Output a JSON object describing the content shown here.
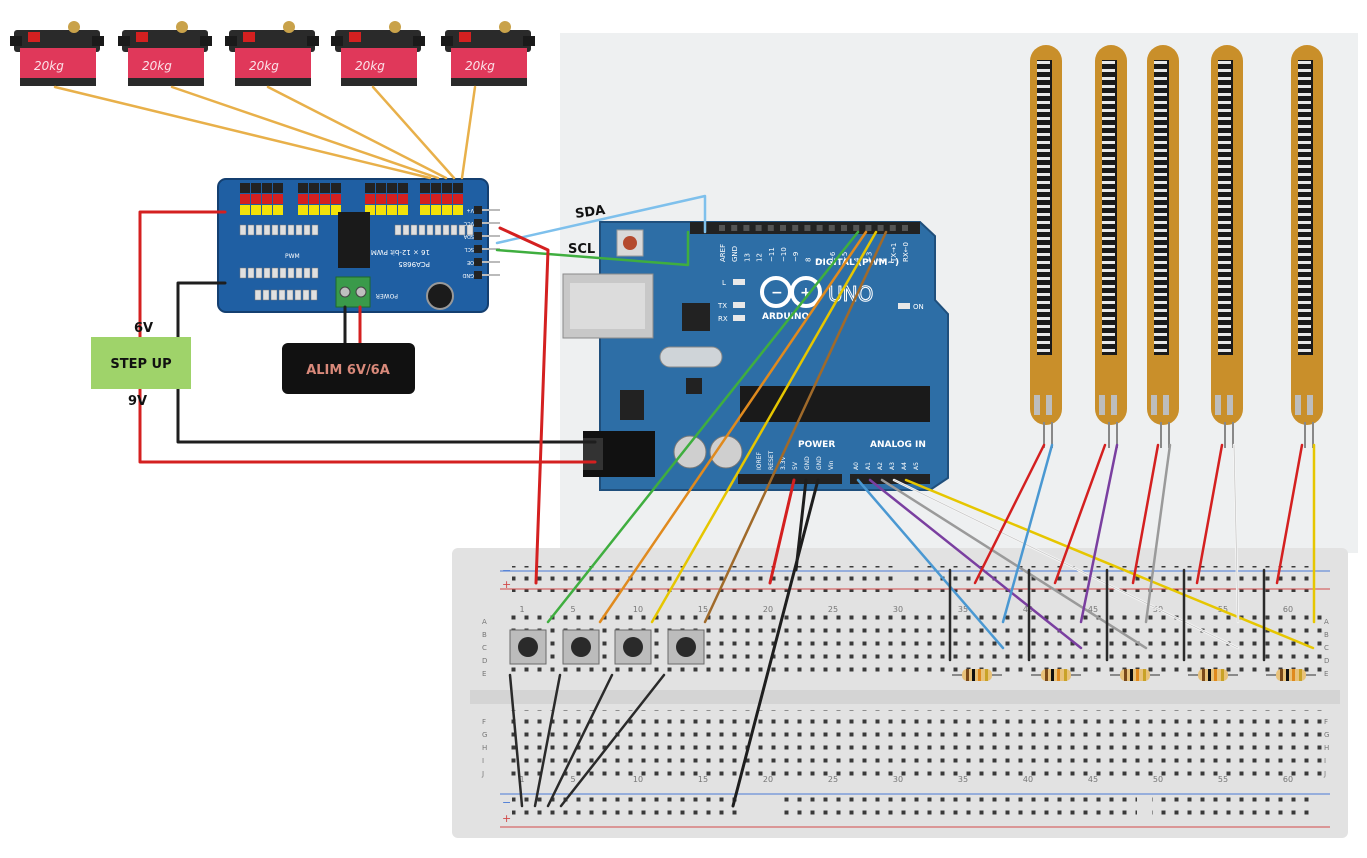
{
  "labels": {
    "sda": "SDA",
    "scl": "SCL",
    "v6": "6V",
    "v9": "9V",
    "step_up": "STEP UP",
    "alim": "ALIM 6V/6A"
  },
  "servo": {
    "brand": "20kg",
    "count": 5
  },
  "pca9685": {
    "name": "PCA9685",
    "subtitle": "16 × 12-bit PWM",
    "power": "POWER",
    "pins_right": [
      "GND",
      "OE",
      "SCL",
      "SDA",
      "VCC",
      "V+"
    ],
    "pwm_label": "PWM"
  },
  "arduino": {
    "brand": "ARDUINO",
    "model": "UNO",
    "digital": "DIGITAL (PWM~)",
    "power": "POWER",
    "analog": "ANALOG IN",
    "on": "ON",
    "led_l": "L",
    "led_tx": "TX",
    "led_rx": "RX",
    "digital_pins": [
      "AREF",
      "GND",
      "13",
      "12",
      "~11",
      "~10",
      "~9",
      "8",
      "7",
      "~6",
      "~5",
      "4",
      "~3",
      "2",
      "TX→1",
      "RX←0"
    ],
    "power_pins": [
      "IOREF",
      "RESET",
      "3.3V",
      "5V",
      "GND",
      "GND",
      "Vin"
    ],
    "analog_pins": [
      "A0",
      "A1",
      "A2",
      "A3",
      "A4",
      "A5"
    ]
  },
  "breadboard": {
    "rows_top": [
      "A",
      "B",
      "C",
      "D",
      "E"
    ],
    "rows_bottom": [
      "F",
      "G",
      "H",
      "I",
      "J"
    ],
    "col_numbers": [
      "1",
      "5",
      "10",
      "15",
      "20",
      "25",
      "30",
      "35",
      "40",
      "45",
      "50",
      "55",
      "60"
    ],
    "rail_minus": "−",
    "rail_plus": "+"
  },
  "colors": {
    "wire_red": "#d42020",
    "wire_black": "#1e1e1e",
    "wire_orange_servo": "#e8b04a",
    "wire_green": "#3fae3f",
    "wire_orange": "#e08a1e",
    "wire_yellow": "#e6c600",
    "wire_brown": "#a06a2a",
    "wire_blue": "#4a98d2",
    "wire_purple": "#7a3fa0",
    "wire_gray": "#9a9a9a",
    "wire_white": "#f4f4f4",
    "wire_lightblue": "#7ec0ec",
    "arduino_board": "#2d6ea6",
    "pca_board": "#1f5fa3",
    "step_up": "#9fd36a",
    "alim": "#111111",
    "flex_sensor": "#c98f2a"
  }
}
